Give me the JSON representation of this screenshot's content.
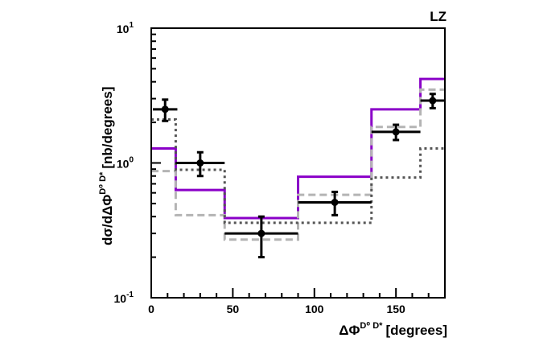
{
  "chart_data": {
    "type": "line",
    "corner_label": "LZ",
    "xlabel": {
      "main": "ΔΦ",
      "sup": "D⁰ D*",
      "tail": "[degrees]"
    },
    "ylabel": {
      "main": "dσ/dΔΦ",
      "sup": "D⁰ D*",
      "tail": "[nb/degrees]"
    },
    "xlim": [
      0,
      180
    ],
    "ylim": [
      0.1,
      10
    ],
    "yscale": "log",
    "grid": false,
    "legend": "none",
    "x_ticks": [
      {
        "value": 0,
        "label": "0"
      },
      {
        "value": 50,
        "label": "50"
      },
      {
        "value": 100,
        "label": "100"
      },
      {
        "value": 150,
        "label": "150"
      }
    ],
    "y_ticks": [
      {
        "value": 0.1,
        "base": "10",
        "exp": "-1"
      },
      {
        "value": 1,
        "base": "10",
        "exp": "0"
      },
      {
        "value": 10,
        "base": "10",
        "exp": "1"
      }
    ],
    "bin_edges": [
      0,
      15,
      45,
      90,
      135,
      165,
      180
    ],
    "series": [
      {
        "style": "solid",
        "color": "#8a00c8",
        "values": [
          1.28,
          0.63,
          0.39,
          0.79,
          2.5,
          4.2
        ]
      },
      {
        "style": "dashed",
        "color": "#b4b4b4",
        "values": [
          0.87,
          0.41,
          0.27,
          0.58,
          1.85,
          3.5
        ]
      },
      {
        "style": "dotted",
        "color": "#555555",
        "values": [
          2.1,
          0.89,
          0.36,
          0.36,
          0.78,
          1.28
        ]
      }
    ],
    "data_points": {
      "x": [
        8.5,
        30,
        67.5,
        112.5,
        150,
        172.5
      ],
      "y": [
        2.5,
        1.0,
        0.3,
        0.51,
        1.7,
        2.9
      ],
      "x_err": [
        7.5,
        15,
        22.5,
        22.5,
        15,
        7.5
      ],
      "y_err_low": [
        0.45,
        0.2,
        0.1,
        0.1,
        0.22,
        0.35
      ],
      "y_err_high": [
        0.45,
        0.2,
        0.1,
        0.1,
        0.22,
        0.35
      ]
    }
  }
}
